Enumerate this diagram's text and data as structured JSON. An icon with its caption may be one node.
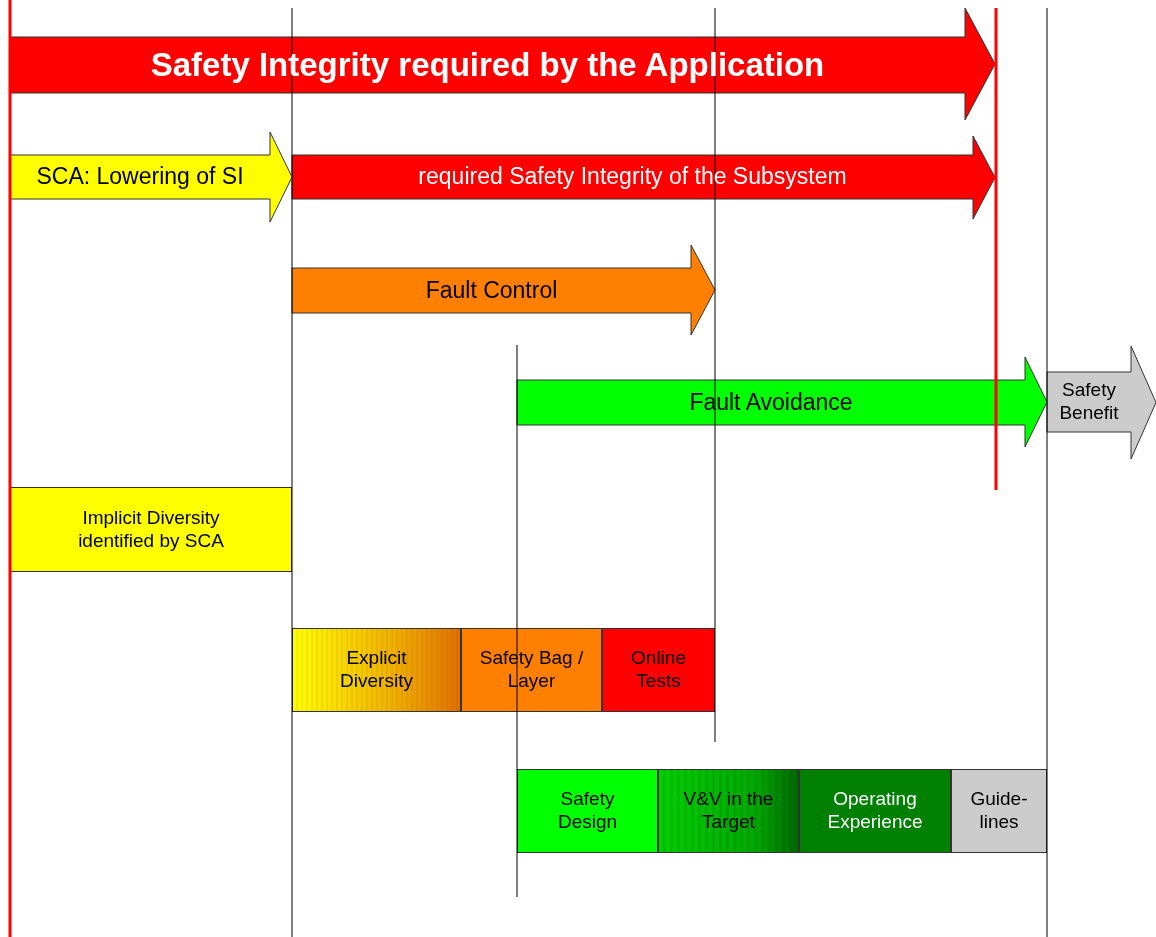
{
  "diagram": {
    "nodes": [
      {
        "text": [
          "Safety Integrity required by the Application"
        ]
      },
      {
        "text": [
          "SCA: Lowering of SI"
        ]
      },
      {
        "text": [
          "required Safety Integrity of the Subsystem"
        ]
      },
      {
        "text": [
          "Fault Control"
        ]
      },
      {
        "text": [
          "Fault Avoidance"
        ]
      },
      {
        "text": [
          "Safety Benefit"
        ]
      },
      {
        "text": [
          "Implicit Diversity identified by SCA"
        ]
      },
      {
        "text": [
          "Explicit Diversity"
        ]
      },
      {
        "text": [
          "Safety Bag / Layer"
        ]
      },
      {
        "text": [
          "Online Tests"
        ]
      },
      {
        "text": [
          "Safety Design"
        ]
      },
      {
        "text": [
          "V&V in the Target"
        ]
      },
      {
        "text": [
          "Operating Experience"
        ]
      },
      {
        "text": [
          "Guide- lines"
        ]
      }
    ]
  }
}
